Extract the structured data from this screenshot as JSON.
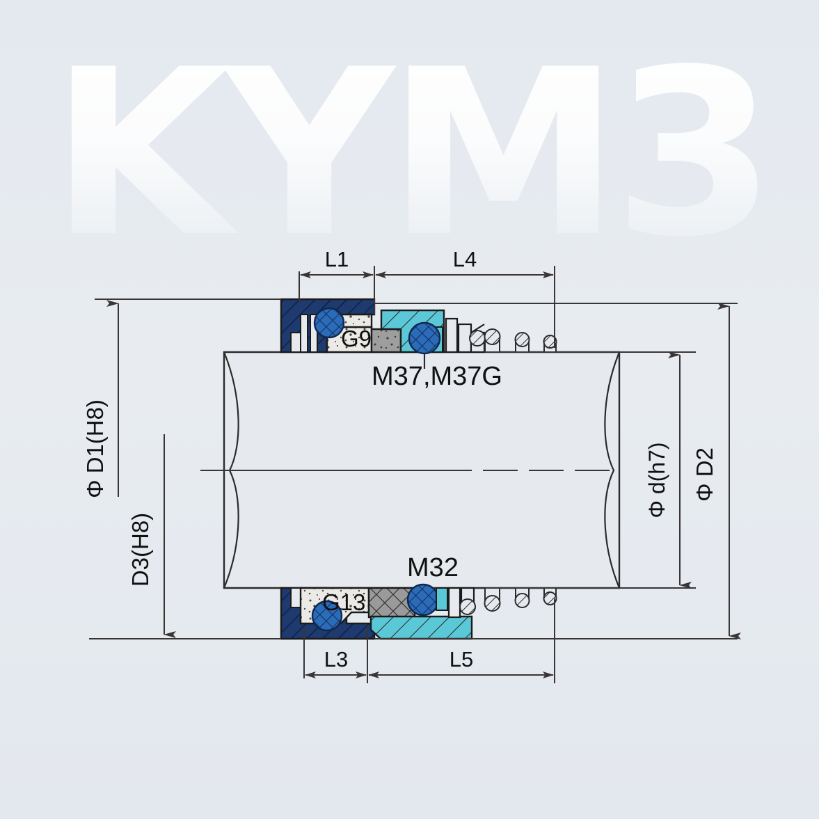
{
  "drawing": {
    "watermark": "KYM3",
    "background_color": "#e6eaef",
    "line_color": "#3a3535"
  },
  "dimensions": {
    "top": [
      {
        "id": "L1",
        "label": "L1"
      },
      {
        "id": "L4",
        "label": "L4"
      }
    ],
    "bottom": [
      {
        "id": "L3",
        "label": "L3"
      },
      {
        "id": "L5",
        "label": "L5"
      }
    ],
    "left": [
      {
        "id": "D1",
        "label": "Φ D1(H8)"
      },
      {
        "id": "D3",
        "label": "D3(H8)"
      }
    ],
    "right": [
      {
        "id": "d",
        "label": "Φ d(h7)"
      },
      {
        "id": "D2",
        "label": "Φ D2"
      }
    ]
  },
  "part_labels": {
    "upper_seat": "G9",
    "lower_seat": "G13",
    "upper_assembly": "M37,M37G",
    "lower_assembly": "M32"
  },
  "colors": {
    "housing_navy": "#1e3a6e",
    "oring_blue": "#2b6cb8",
    "rotary_cyan": "#5bc8d8",
    "seat_light": "#eceae6",
    "seat_gray": "#9e9e9e",
    "crosshatch_gray": "#9a9a9a",
    "outline": "#2b2b2b"
  }
}
